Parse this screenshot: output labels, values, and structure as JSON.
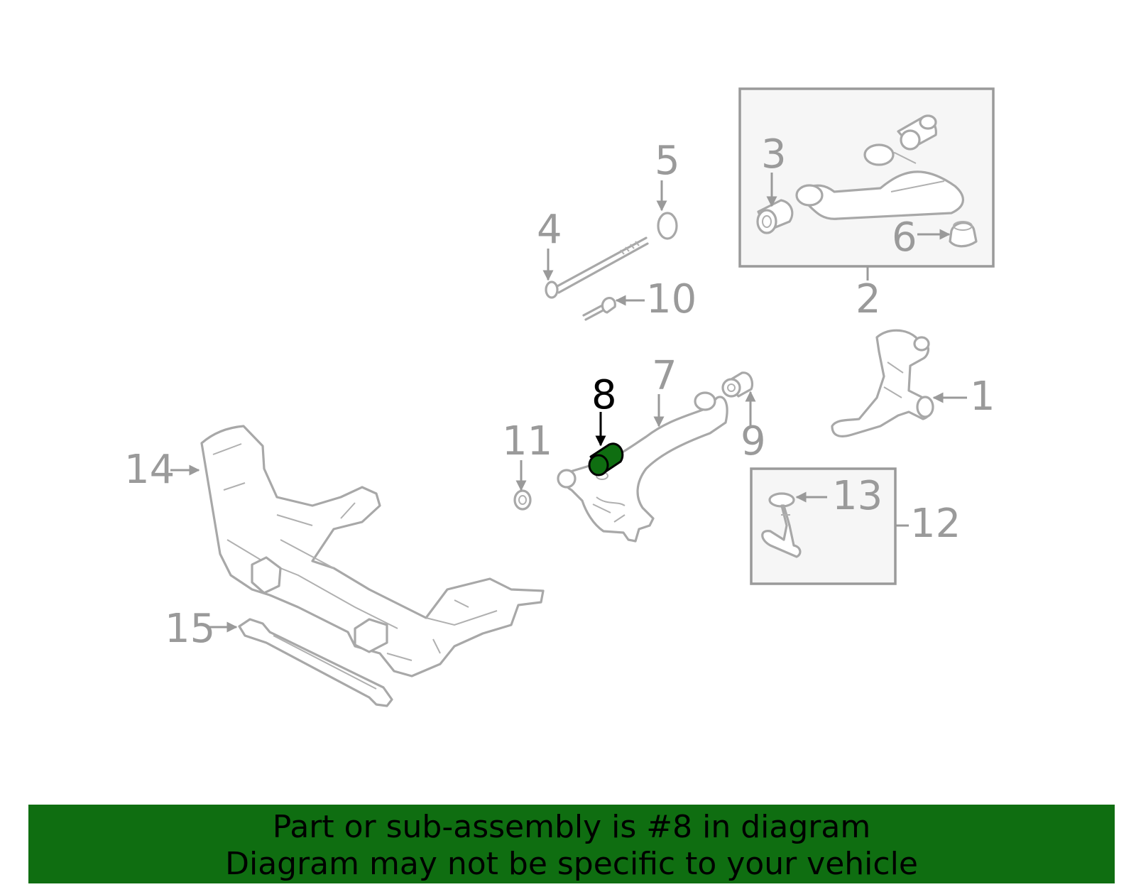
{
  "diagram": {
    "highlight_color": "#0f6e11",
    "highlighted_part": "8",
    "callouts": {
      "c1": "1",
      "c2": "2",
      "c3": "3",
      "c4": "4",
      "c5": "5",
      "c6": "6",
      "c7": "7",
      "c8": "8",
      "c9": "9",
      "c10": "10",
      "c11": "11",
      "c12": "12",
      "c13": "13",
      "c14": "14",
      "c15": "15"
    }
  },
  "banner": {
    "line1": "Part or sub-assembly is #8 in diagram",
    "line2": "Diagram may not be specific to your vehicle",
    "background": "#0f6e11"
  }
}
